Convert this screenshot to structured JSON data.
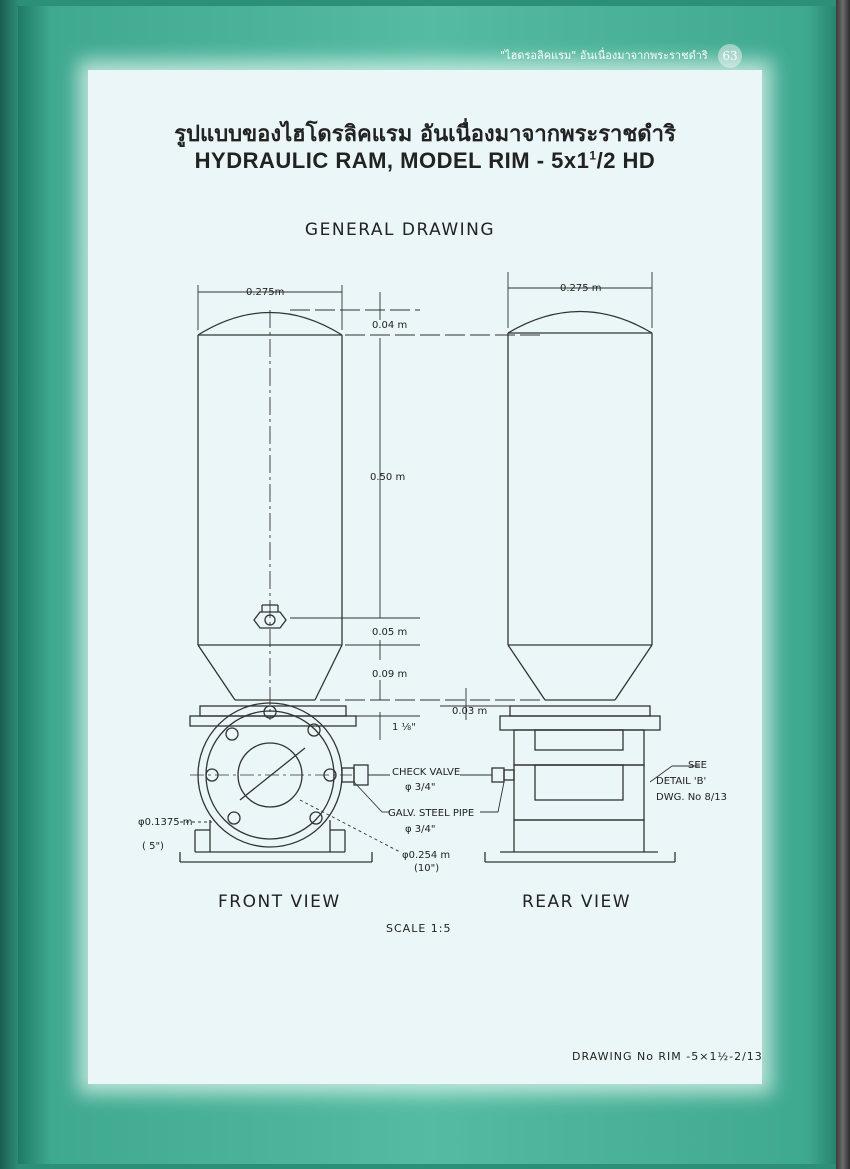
{
  "header": {
    "running_title": "\"ไฮดรอลิคแรม\" อันเนื่องมาจากพระราชดำริ",
    "page_number": "63"
  },
  "title": {
    "thai": "รูปแบบของไฮโดรลิคแรม อันเนื่องมาจากพระราชดำริ",
    "english_main": "HYDRAULIC RAM, MODEL RIM - 5x1",
    "english_sup": "1",
    "english_tail": "/2 HD"
  },
  "drawing": {
    "heading": "GENERAL DRAWING",
    "front_view_label": "FRONT VIEW",
    "rear_view_label": "REAR VIEW",
    "scale": "SCALE 1:5",
    "drawing_number": "DRAWING No RIM -5×1½-2/13",
    "dimensions": {
      "width_front": "0.275m",
      "width_rear": "0.275 m",
      "dome_height": "0.04 m",
      "body_height": "0.50 m",
      "lower_offset": "0.05 m",
      "cone_height": "0.09 m",
      "flange_thk": "1 ⅛\"",
      "rear_offset": "0.03 m",
      "pipe_dia": "φ0.1375 m",
      "pipe_dia_in": "( 5\")",
      "disc_dia": "φ0.254 m",
      "disc_dia_in": "(10\")"
    },
    "callouts": {
      "check_valve": "CHECK VALVE",
      "check_valve_size": "φ 3/4\"",
      "galv_pipe": "GALV. STEEL PIPE",
      "galv_pipe_size": "φ 3/4\"",
      "see_detail": "SEE",
      "detail": "DETAIL 'B'",
      "dwg_no": "DWG. No 8/13"
    }
  }
}
